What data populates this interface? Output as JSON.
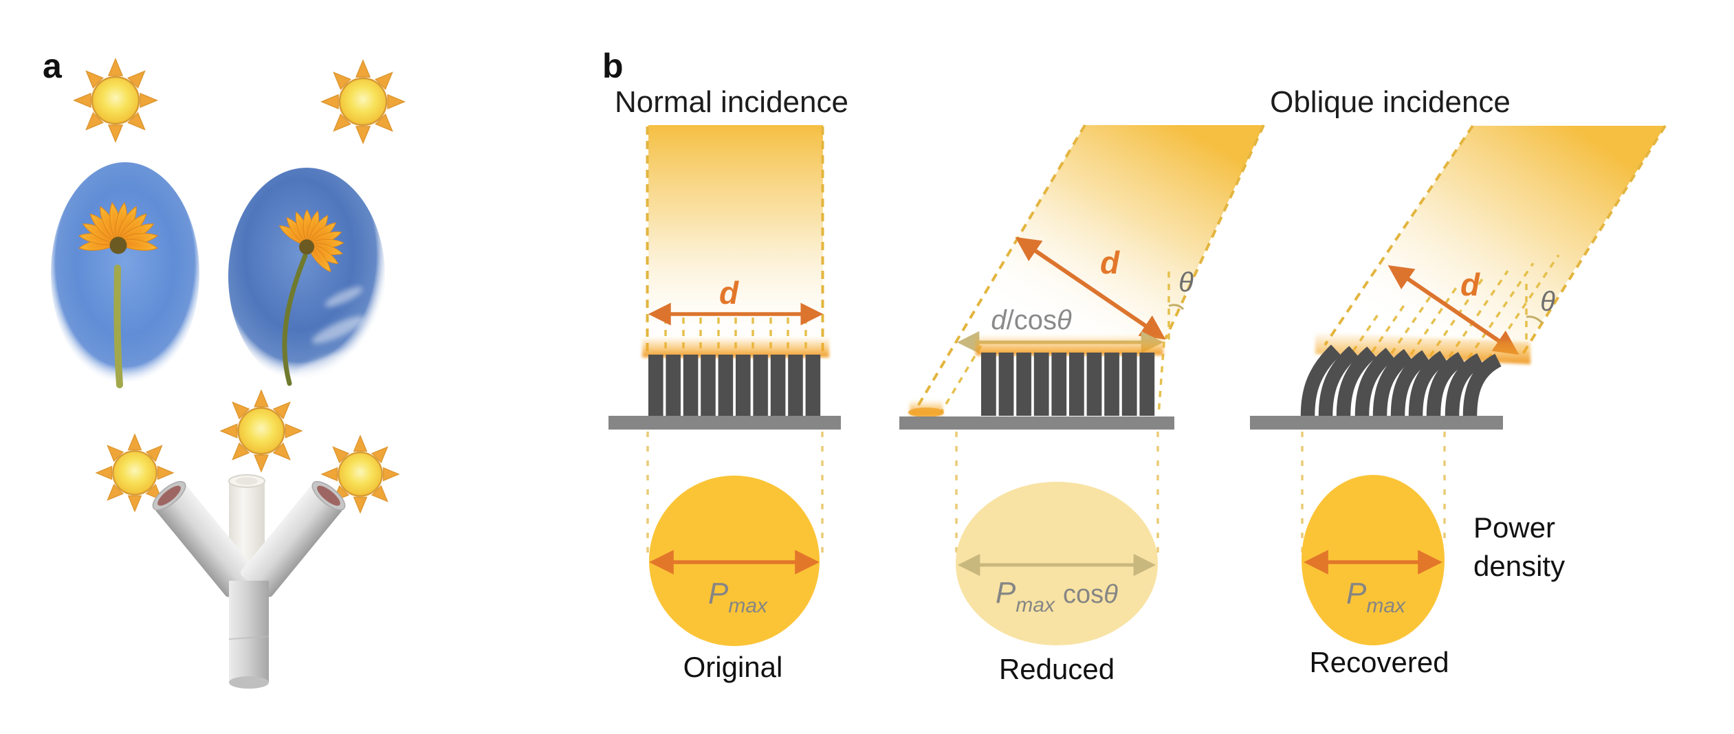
{
  "figure": {
    "panel_a": {
      "label": "a"
    },
    "panel_b": {
      "label": "b",
      "normal_title": "Normal incidence",
      "oblique_title": "Oblique incidence",
      "power_density_line1": "Power",
      "power_density_line2": "density",
      "original": {
        "d_label": "d",
        "p_symbol": "P",
        "p_subscript": "max",
        "caption": "Original"
      },
      "reduced": {
        "d_label": "d",
        "theta_label": "θ",
        "footprint_d": "d",
        "footprint_cos": "/cos",
        "footprint_theta": "θ",
        "p_symbol": "P",
        "p_subscript": "max",
        "p_cos": "cos",
        "p_theta": "θ",
        "caption": "Reduced"
      },
      "recovered": {
        "d_label": "d",
        "theta_label": "θ",
        "p_symbol": "P",
        "p_subscript": "max",
        "caption": "Recovered"
      }
    },
    "colors": {
      "beam_gold": "#f5bd3c",
      "dash_gold": "#e3b53f",
      "guide_gold": "#eacb76",
      "disc_gold": "#fbc437",
      "pale_gold": "#f8e3a4",
      "glow_orange": "#f0a227",
      "arrow_orange": "#e2772a",
      "arrow_tan": "#c9b87e",
      "pillar_gray": "#4f4f4f",
      "substrate_gray": "#868686",
      "math_gray": "#858585",
      "sky_blue": "#5e8bd4",
      "sun_gold": "#f3c841"
    }
  }
}
